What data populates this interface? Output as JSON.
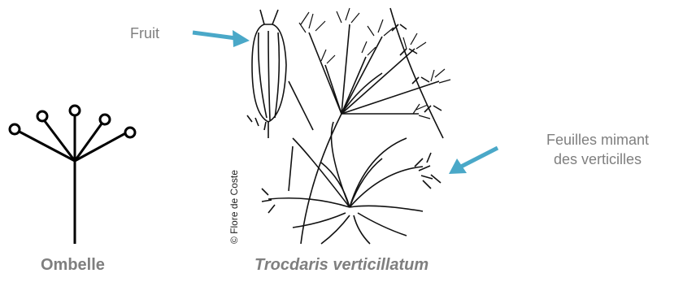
{
  "labels": {
    "fruit": "Fruit",
    "feuilles_line1": "Feuilles mimant",
    "feuilles_line2": "des verticilles"
  },
  "captions": {
    "ombelle": "Ombelle",
    "species": "Trocdaris verticillatum"
  },
  "credit": "© Flore de Coste",
  "colors": {
    "arrow": "#4aa8c8",
    "caption": "#7f7f7f",
    "drawing": "#111111"
  },
  "icons": {
    "umbel": "umbel-diagram-icon",
    "plant": "plant-illustration"
  }
}
